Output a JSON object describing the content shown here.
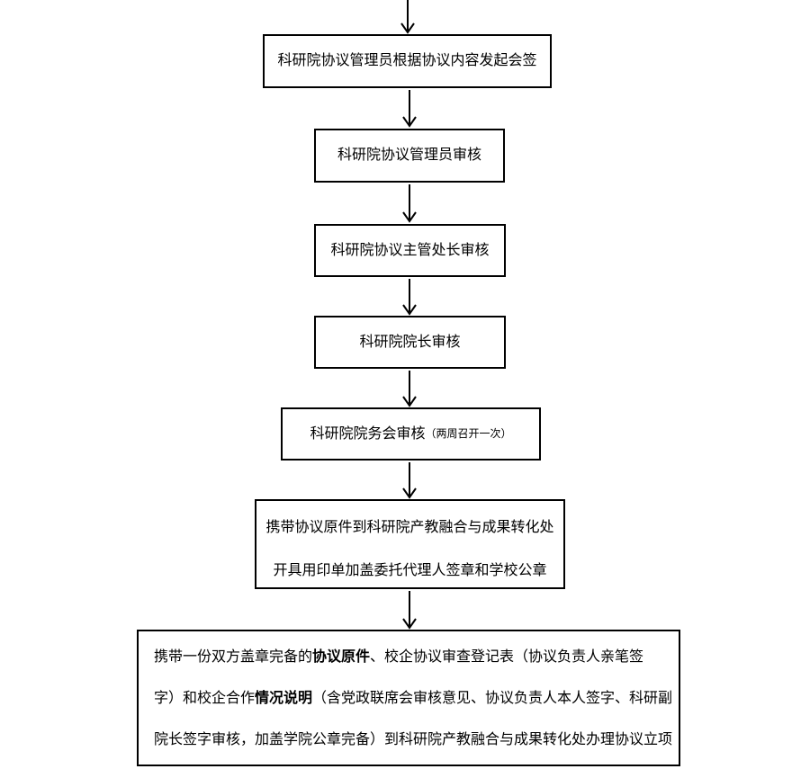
{
  "colors": {
    "background": "#ffffff",
    "line": "#000000",
    "text": "#000000"
  },
  "flowchart": {
    "steps": {
      "initiate": {
        "text": "科研院协议管理员根据协议内容发起会签"
      },
      "admin_review": {
        "text": "科研院协议管理员审核"
      },
      "chief_review": {
        "text": "科研院协议主管处长审核"
      },
      "dean_review": {
        "text": "科研院院长审核"
      },
      "council_review": {
        "main": "科研院院务会审核",
        "note": "（两周召开一次）"
      },
      "seal_application": {
        "lines": [
          "携带协议原件到科研院产教融合与成果转化处",
          "开具用印单加盖委托代理人签章和学校公章"
        ]
      },
      "project_filing": {
        "lines": [
          [
            {
              "text": "携带一份双方盖章完备的",
              "bold": false
            },
            {
              "text": "协议原件",
              "bold": true
            },
            {
              "text": "、校企协议审查登记表（协议负责人亲笔签",
              "bold": false
            }
          ],
          [
            {
              "text": "字）和校企合作",
              "bold": false
            },
            {
              "text": "情况说明",
              "bold": true
            },
            {
              "text": "（含党政联席会审核意见、协议负责人本人签字、科研副",
              "bold": false
            }
          ],
          [
            {
              "text": "院长签字审核，加盖学院公章完备）到科研院产教融合与成果转化处办理协议立项",
              "bold": false
            }
          ]
        ]
      }
    },
    "connector_count": 7
  }
}
